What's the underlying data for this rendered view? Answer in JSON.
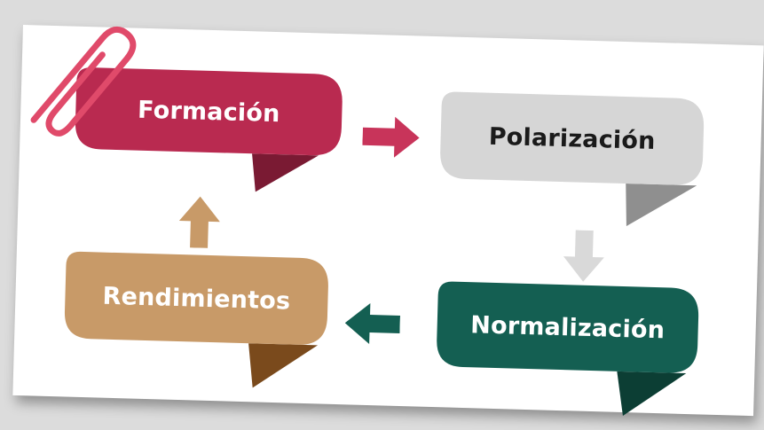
{
  "steps": {
    "formacion": {
      "label": "Formación"
    },
    "polarizacion": {
      "label": "Polarización"
    },
    "normalizacion": {
      "label": "Normalización"
    },
    "rendimientos": {
      "label": "Rendimientos"
    }
  },
  "colors": {
    "formacion": "#b92a50",
    "formacion_tail": "#7a1a33",
    "polarizacion": "#d6d6d6",
    "polarizacion_tail": "#8f8f8f",
    "normalizacion": "#145f52",
    "normalizacion_tail": "#0c3e34",
    "rendimientos": "#c89a68",
    "rendimientos_tail": "#7a4a1c",
    "arrow_formacion": "#c8345a",
    "arrow_polarizacion": "#d9d9d9",
    "arrow_normalizacion": "#145f52",
    "arrow_rendimientos": "#c89a68",
    "paperclip": "#e04a6a"
  }
}
